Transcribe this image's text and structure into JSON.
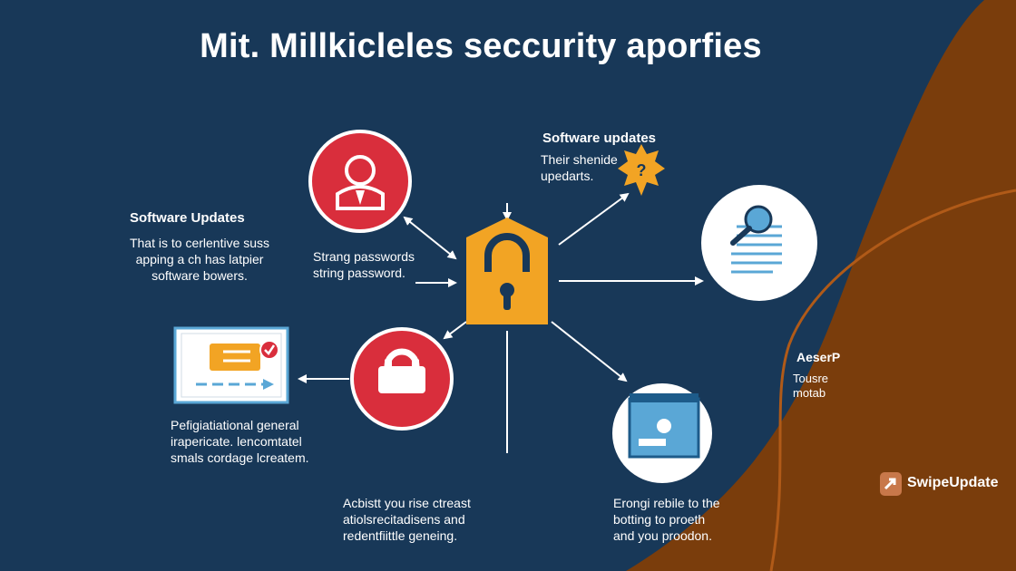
{
  "title": "Mit. Millkicleles seccurity aporfies",
  "brand": {
    "name": "SwipeUpdate",
    "logo_icon": "swipe-arrow-icon"
  },
  "colors": {
    "background": "#183858",
    "accent_orange": "#f2a424",
    "red": "#d92e3c",
    "brown": "#7a3d0c",
    "light_blue": "#5aa7d6"
  },
  "labels": {
    "top_right_heading": "Software updates",
    "top_right_text": "Their shenide\nupedarts.",
    "left_heading": "Software Updates",
    "left_text": "That is to cerlentive suss\napping a ch has latpier\nsoftware bowers.",
    "center_left_text": "Strang passwords\nstring password.",
    "bottom_left_text": "Pefigiatiational general\nirapericate. lencomtatel\nsmals cordage lcreatem.",
    "bottom_center_text": "Acbistt you rise ctreast\natiolsrecitadisens and\nredentfiittle geneing.",
    "bottom_right_text": "Erongi rebile to the\nbotting to proeth\nand you proodon.",
    "right_heading": "AeserP",
    "right_text": "Tousre\nmotab"
  },
  "icons": [
    "padlock-icon",
    "user-icon",
    "lock-user-icon",
    "document-search-icon",
    "browser-window-icon",
    "id-card-icon",
    "warning-badge-icon"
  ]
}
